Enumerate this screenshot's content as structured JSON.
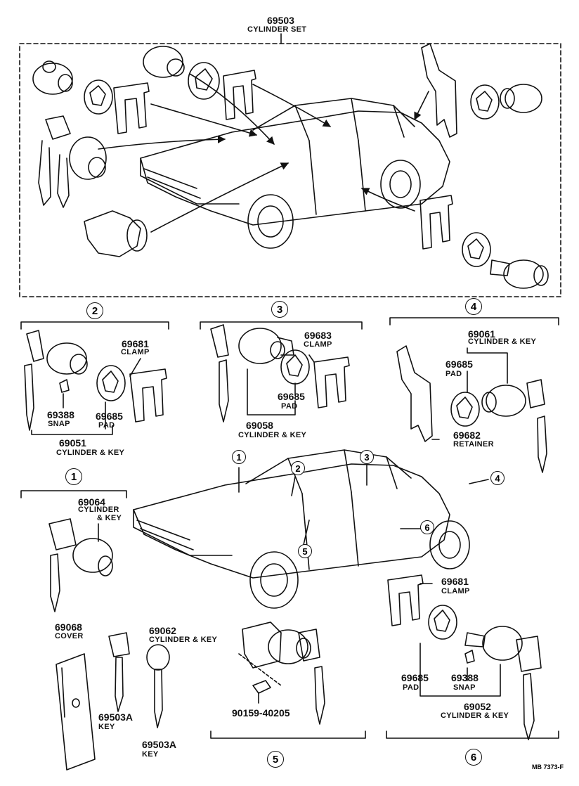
{
  "header": {
    "number": "69503",
    "name": "CYLINDER SET"
  },
  "groups": [
    {
      "ref": "1"
    },
    {
      "ref": "2"
    },
    {
      "ref": "3"
    },
    {
      "ref": "4"
    },
    {
      "ref": "5"
    },
    {
      "ref": "6"
    }
  ],
  "parts": {
    "p69681_top": {
      "number": "69681",
      "name": "CLAMP"
    },
    "p69388_top": {
      "number": "69388",
      "name": "SNAP"
    },
    "p69685_g2": {
      "number": "69685",
      "name": "PAD"
    },
    "p69051": {
      "number": "69051",
      "name": "CYLINDER & KEY"
    },
    "p69683": {
      "number": "69683",
      "name": "CLAMP"
    },
    "p69685_g3": {
      "number": "69685",
      "name": "PAD"
    },
    "p69058": {
      "number": "69058",
      "name": "CYLINDER & KEY"
    },
    "p69061": {
      "number": "69061",
      "name": "CYLINDER & KEY"
    },
    "p69685_g4": {
      "number": "69685",
      "name": "PAD"
    },
    "p69682": {
      "number": "69682",
      "name": "RETAINER"
    },
    "p69064": {
      "number": "69064",
      "name_line1": "CYLINDER",
      "name_line2": "& KEY"
    },
    "p69681_bot": {
      "number": "69681",
      "name": "CLAMP"
    },
    "p69068": {
      "number": "69068",
      "name": "COVER"
    },
    "p69062": {
      "number": "69062",
      "name": "CYLINDER & KEY"
    },
    "p69503A_a": {
      "number": "69503A",
      "name": "KEY"
    },
    "p69503A_b": {
      "number": "69503A",
      "name": "KEY"
    },
    "p90159": {
      "number": "90159-40205"
    },
    "p69685_g6": {
      "number": "69685",
      "name": "PAD"
    },
    "p69388_g6": {
      "number": "69388",
      "name": "SNAP"
    },
    "p69052": {
      "number": "69052",
      "name": "CYLINDER & KEY"
    }
  },
  "footer": {
    "code": "MB  7373-F"
  }
}
